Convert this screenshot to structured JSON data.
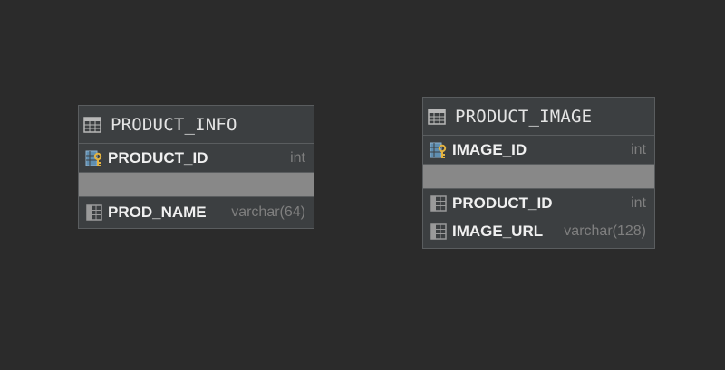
{
  "entities": [
    {
      "name": "PRODUCT_INFO",
      "primary_key": [
        {
          "name": "PRODUCT_ID",
          "type": "int",
          "icon": "primary-key-column-icon"
        }
      ],
      "columns": [
        {
          "name": "PROD_NAME",
          "type": "varchar(64)",
          "icon": "column-icon"
        }
      ]
    },
    {
      "name": "PRODUCT_IMAGE",
      "primary_key": [
        {
          "name": "IMAGE_ID",
          "type": "int",
          "icon": "primary-key-column-icon"
        }
      ],
      "columns": [
        {
          "name": "PRODUCT_ID",
          "type": "int",
          "icon": "column-icon"
        },
        {
          "name": "IMAGE_URL",
          "type": "varchar(128)",
          "icon": "column-icon"
        }
      ]
    }
  ]
}
